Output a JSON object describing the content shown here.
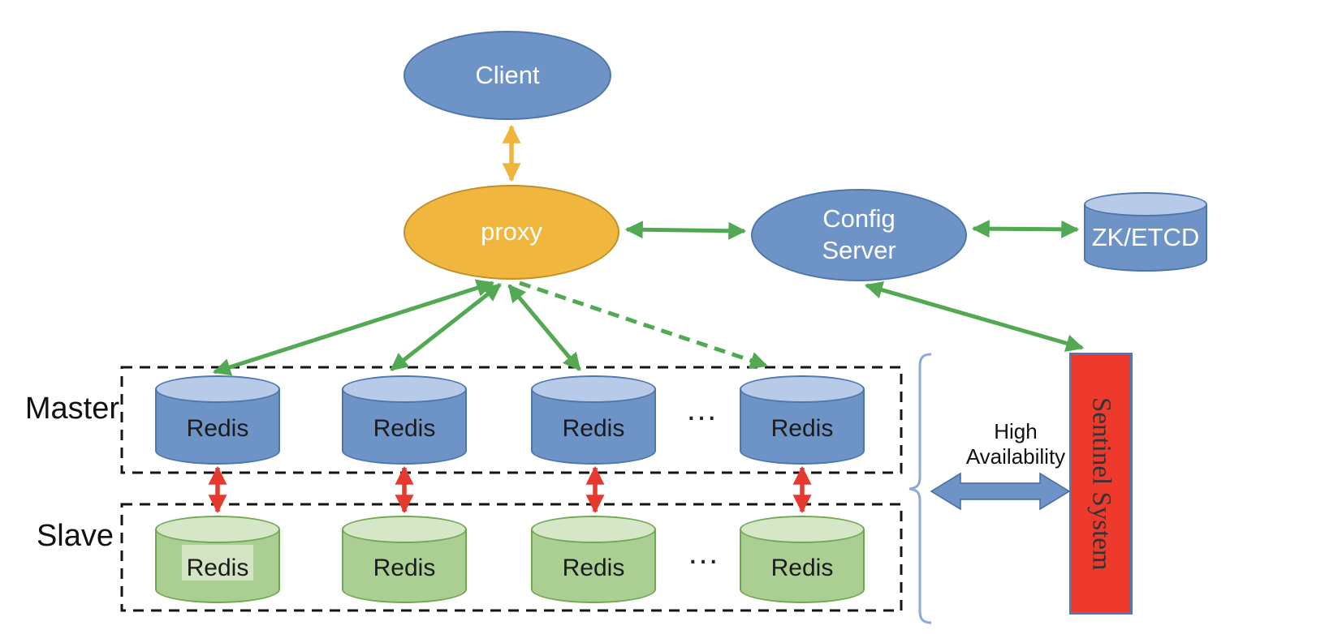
{
  "nodes": {
    "client": {
      "label": "Client"
    },
    "proxy": {
      "label": "proxy"
    },
    "config_server": {
      "label": "Config Server"
    },
    "zk_etcd": {
      "label": "ZK/ETCD"
    },
    "sentinel": {
      "label": "Sentinel System"
    }
  },
  "master": {
    "label": "Master",
    "ellipsis": "…",
    "nodes": [
      {
        "label": "Redis"
      },
      {
        "label": "Redis"
      },
      {
        "label": "Redis"
      },
      {
        "label": "Redis"
      }
    ]
  },
  "slave": {
    "label": "Slave",
    "ellipsis": "…",
    "nodes": [
      {
        "label": "Redis"
      },
      {
        "label": "Redis"
      },
      {
        "label": "Redis"
      },
      {
        "label": "Redis"
      }
    ]
  },
  "annotations": {
    "high_availability": "High Availability"
  },
  "edges": [
    {
      "from": "Client",
      "to": "proxy",
      "color": "yellow",
      "style": "solid",
      "bidirectional": true
    },
    {
      "from": "proxy",
      "to": "Config Server",
      "color": "green",
      "style": "solid",
      "bidirectional": true
    },
    {
      "from": "Config Server",
      "to": "ZK/ETCD",
      "color": "green",
      "style": "solid",
      "bidirectional": true
    },
    {
      "from": "Config Server",
      "to": "Sentinel System",
      "color": "green",
      "style": "solid",
      "bidirectional": true
    },
    {
      "from": "proxy",
      "to": "Redis master 1",
      "color": "green",
      "style": "solid",
      "bidirectional": true
    },
    {
      "from": "proxy",
      "to": "Redis master 2",
      "color": "green",
      "style": "solid",
      "bidirectional": true
    },
    {
      "from": "proxy",
      "to": "Redis master 3",
      "color": "green",
      "style": "solid",
      "bidirectional": true
    },
    {
      "from": "proxy",
      "to": "Redis master 4",
      "color": "green",
      "style": "dashed",
      "bidirectional": false
    },
    {
      "from": "Redis master 1",
      "to": "Redis slave 1",
      "color": "red",
      "style": "solid",
      "bidirectional": true
    },
    {
      "from": "Redis master 2",
      "to": "Redis slave 2",
      "color": "red",
      "style": "solid",
      "bidirectional": true
    },
    {
      "from": "Redis master 3",
      "to": "Redis slave 3",
      "color": "red",
      "style": "solid",
      "bidirectional": true
    },
    {
      "from": "Redis master 4",
      "to": "Redis slave 4",
      "color": "red",
      "style": "solid",
      "bidirectional": true
    }
  ],
  "colors": {
    "blue_node": "#6E94C7",
    "blue_node_top": "#B7CBE8",
    "blue_border": "#4D76AD",
    "orange_node": "#F0B63D",
    "orange_border": "#C18F2B",
    "green_node": "#ABCE93",
    "green_node_top": "#D6E7C8",
    "green_border": "#71A853",
    "arrow_green": "#53A953",
    "arrow_red": "#E63A2E",
    "arrow_yellow": "#EFB53D",
    "sentinel_fill": "#EE3A2D",
    "sentinel_border": "#4F79B0",
    "ha_block_arrow": "#6E94C7",
    "brace": "#8FA8D8",
    "dashed_box": "#141414"
  }
}
